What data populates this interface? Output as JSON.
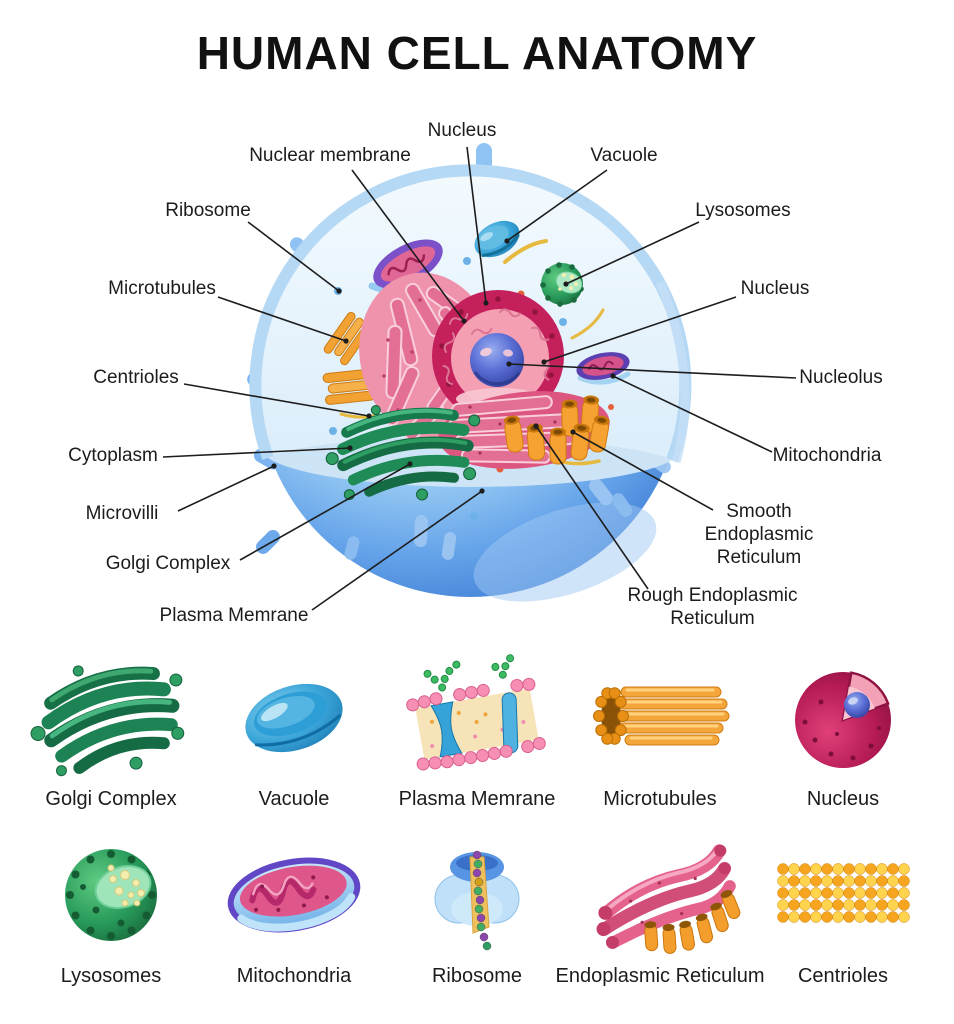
{
  "title": "HUMAN CELL ANATOMY",
  "diagram": {
    "labels": [
      {
        "id": "nucleus-top",
        "text": "Nucleus"
      },
      {
        "id": "nuclear-membrane",
        "text": "Nuclear membrane"
      },
      {
        "id": "vacuole",
        "text": "Vacuole"
      },
      {
        "id": "ribosome",
        "text": "Ribosome"
      },
      {
        "id": "lysosomes",
        "text": "Lysosomes"
      },
      {
        "id": "microtubules",
        "text": "Microtubules"
      },
      {
        "id": "nucleus-right",
        "text": "Nucleus"
      },
      {
        "id": "centrioles",
        "text": "Centrioles"
      },
      {
        "id": "nucleolus",
        "text": "Nucleolus"
      },
      {
        "id": "cytoplasm",
        "text": "Cytoplasm"
      },
      {
        "id": "mitochondria",
        "text": "Mitochondria"
      },
      {
        "id": "microvilli",
        "text": "Microvilli"
      },
      {
        "id": "smooth-endoplasmic-reticulum",
        "text": "Smooth Endoplasmic Reticulum"
      },
      {
        "id": "golgi-complex",
        "text": "Golgi Complex"
      },
      {
        "id": "rough-endoplasmic-reticulum",
        "text": "Rough Endoplasmic Reticulum"
      },
      {
        "id": "plasma-membrane",
        "text": "Plasma Memrane"
      }
    ]
  },
  "gallery": {
    "row1": [
      {
        "label": "Golgi Complex"
      },
      {
        "label": "Vacuole"
      },
      {
        "label": "Plasma Memrane"
      },
      {
        "label": "Microtubules"
      },
      {
        "label": "Nucleus"
      }
    ],
    "row2": [
      {
        "label": "Lysosomes"
      },
      {
        "label": "Mitochondria"
      },
      {
        "label": "Ribosome"
      },
      {
        "label": "Endoplasmic Reticulum"
      },
      {
        "label": "Centrioles"
      }
    ]
  },
  "palette": {
    "background": "#ffffff",
    "text": "#1c1c1c",
    "cell_membrane_blue": "#4f93e6",
    "cytoplasm_light_blue": "#e4f2fc",
    "nucleus_crimson": "#c4215c",
    "nucleoplasm_pink": "#f59fb2",
    "nucleolus_blue": "#3e53c0",
    "er_pink": "#e4628c",
    "golgi_green": "#1f8c58",
    "lysosome_green": "#2ea35a",
    "microtubule_orange": "#f2a233",
    "mitochondria_purple": "#6a50c8",
    "vacuole_blue": "#2e9fd6",
    "leader_line": "#1d1d1d"
  }
}
